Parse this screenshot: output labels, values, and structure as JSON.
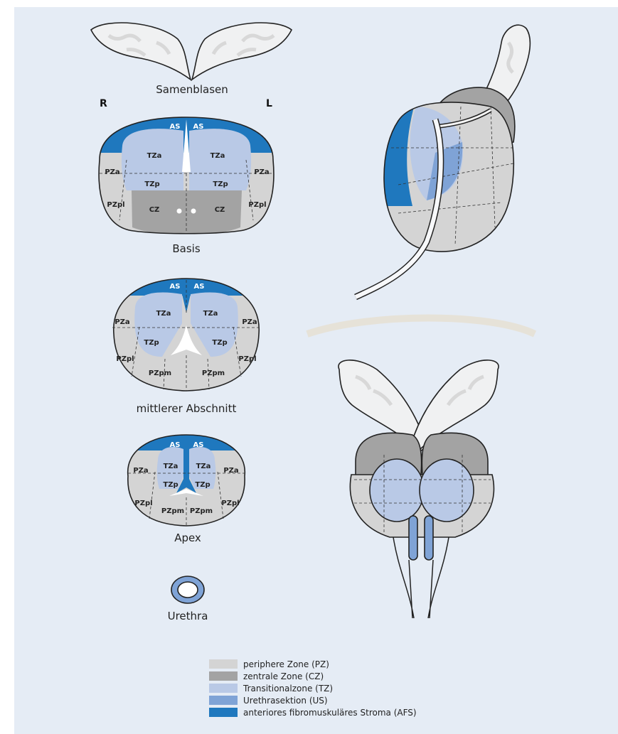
{
  "labels": {
    "seminal": "Samenblasen",
    "right": "R",
    "left": "L",
    "base": "Basis",
    "middle": "mittlerer Abschnitt",
    "apex": "Apex",
    "urethra": "Urethra"
  },
  "zones": {
    "as": "AS",
    "tza": "TZa",
    "tzp": "TZp",
    "pza": "PZa",
    "pzpl": "PZpl",
    "pzpm": "PZpm",
    "cz": "CZ"
  },
  "legend": [
    {
      "label": "periphere Zone (PZ)",
      "color": "#d4d4d4"
    },
    {
      "label": "zentrale Zone (CZ)",
      "color": "#a3a3a3"
    },
    {
      "label": "Transitionalzone (TZ)",
      "color": "#b9c9e6"
    },
    {
      "label": "Urethrasektion (US)",
      "color": "#7fa3d6"
    },
    {
      "label": "anteriores fibromuskuläres Stroma (AFS)",
      "color": "#1f78be"
    }
  ]
}
